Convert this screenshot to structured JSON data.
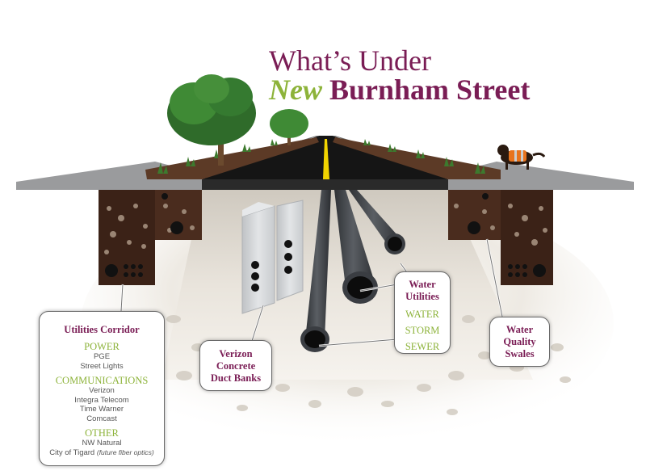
{
  "title": {
    "line1": "What’s Under",
    "line2_highlight": "New",
    "line2_rest": "Burnham Street"
  },
  "callouts": {
    "utilities_corridor": {
      "heading": "Utilities Corridor",
      "groups": [
        {
          "name": "POWER",
          "items": [
            "PGE",
            "Street Lights"
          ]
        },
        {
          "name": "COMMUNICATIONS",
          "items": [
            "Verizon",
            "Integra Telecom",
            "Time Warner",
            "Comcast"
          ]
        },
        {
          "name": "OTHER",
          "items": [
            "NW Natural",
            "City of Tigard"
          ],
          "note": "(future fiber optics)"
        }
      ]
    },
    "verizon": {
      "heading_lines": [
        "Verizon",
        "Concrete",
        "Duct Banks"
      ]
    },
    "water_utilities": {
      "heading_lines": [
        "Water",
        "Utilities"
      ],
      "items": [
        "WATER",
        "STORM",
        "SEWER"
      ]
    },
    "water_quality": {
      "heading_lines": [
        "Water",
        "Quality",
        "Swales"
      ]
    }
  },
  "colors": {
    "title": "#7a1d55",
    "accent_green": "#8db33a",
    "road": "#151515",
    "soil": "#3b2217",
    "pipe": "#4a4d52",
    "concrete": "#d4d6d8"
  }
}
